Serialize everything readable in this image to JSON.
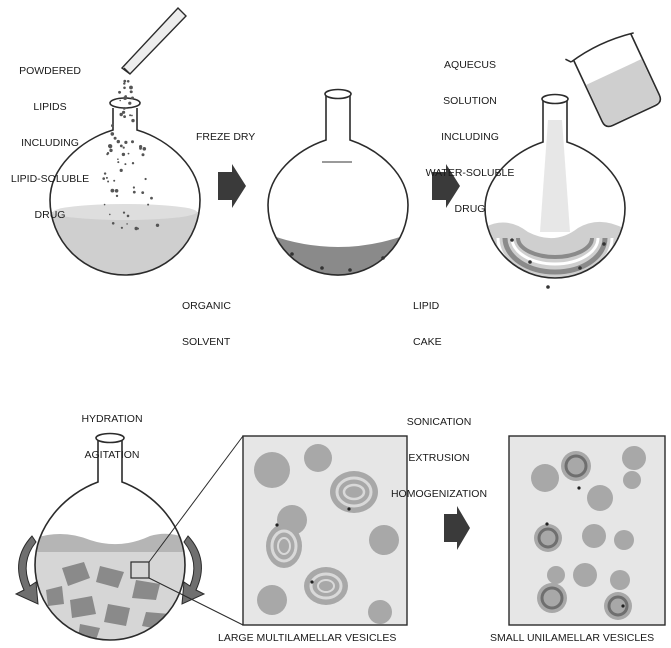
{
  "labels": {
    "powdered_lipids": [
      "POWDERED",
      "LIPIDS",
      "INCLUDING",
      "LIPID-SOLUBLE",
      "DRUG"
    ],
    "freeze_dry": "FREZE DRY",
    "organic_solvent": [
      "ORGANIC",
      "SOLVENT"
    ],
    "aqueous_solution": [
      "AQUECUS",
      "SOLUTION",
      "INCLUDING",
      "WATER-SOLUBLE",
      "DRUG"
    ],
    "lipid_cake": [
      "LIPID",
      "CAKE"
    ],
    "hydration": [
      "HYDRATION",
      "AGITATION"
    ],
    "sonication": [
      "SONICATION",
      "EXTRUSION",
      "HOMOGENIZATION"
    ],
    "large_vesicles": "LARGE MULTILAMELLAR VESICLES",
    "small_vesicles": "SMALL UNILAMELLAR VESICLES"
  },
  "colors": {
    "outline": "#2b2b2b",
    "solvent": "#cfcfcf",
    "lipid": "#8a8a8a",
    "vesicle": "#a8a8a8",
    "arrow": "#3a3a3a",
    "panel": "#e6e6e6"
  }
}
